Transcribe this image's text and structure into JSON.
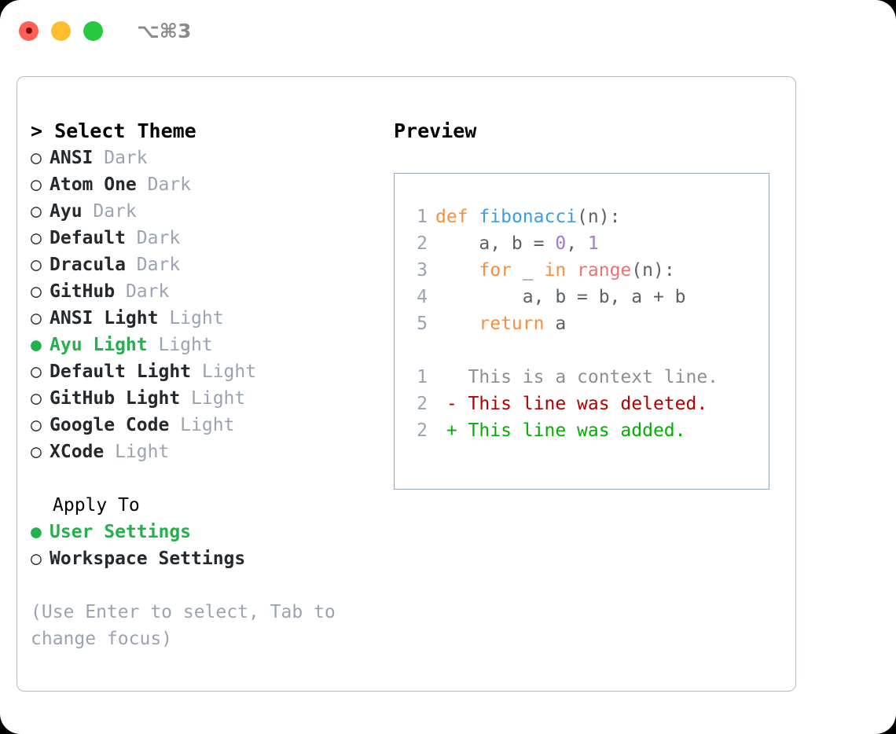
{
  "titlebar": {
    "shortcut": "⌥⌘3",
    "buttons": [
      {
        "name": "close",
        "color": "#ff5f57"
      },
      {
        "name": "minimize",
        "color": "#ffbd2e"
      },
      {
        "name": "maximize",
        "color": "#28c840"
      }
    ]
  },
  "left": {
    "heading": "> Select Theme",
    "themes": [
      {
        "bullet": "○",
        "name": "ANSI",
        "variant": "Dark",
        "selected": false
      },
      {
        "bullet": "○",
        "name": "Atom One",
        "variant": "Dark",
        "selected": false
      },
      {
        "bullet": "○",
        "name": "Ayu",
        "variant": "Dark",
        "selected": false
      },
      {
        "bullet": "○",
        "name": "Default",
        "variant": "Dark",
        "selected": false
      },
      {
        "bullet": "○",
        "name": "Dracula",
        "variant": "Dark",
        "selected": false
      },
      {
        "bullet": "○",
        "name": "GitHub",
        "variant": "Dark",
        "selected": false
      },
      {
        "bullet": "○",
        "name": "ANSI Light",
        "variant": "Light",
        "selected": false
      },
      {
        "bullet": "●",
        "name": "Ayu Light",
        "variant": "Light",
        "selected": true
      },
      {
        "bullet": "○",
        "name": "Default Light",
        "variant": "Light",
        "selected": false
      },
      {
        "bullet": "○",
        "name": "GitHub Light",
        "variant": "Light",
        "selected": false
      },
      {
        "bullet": "○",
        "name": "Google Code",
        "variant": "Light",
        "selected": false
      },
      {
        "bullet": "○",
        "name": "XCode",
        "variant": "Light",
        "selected": false
      }
    ],
    "apply_to_heading": "Apply To",
    "apply_to": [
      {
        "bullet": "●",
        "name": "User Settings",
        "selected": true
      },
      {
        "bullet": "○",
        "name": "Workspace Settings",
        "selected": false
      }
    ],
    "hint": "(Use Enter to select, Tab to change focus)"
  },
  "right": {
    "heading": "Preview",
    "code": [
      {
        "lineno": "1",
        "tokens": [
          {
            "t": "def",
            "c": "kw"
          },
          {
            "t": " ",
            "c": "punct"
          },
          {
            "t": "fibonacci",
            "c": "fn"
          },
          {
            "t": "(n):",
            "c": "punct"
          }
        ]
      },
      {
        "lineno": "2",
        "tokens": [
          {
            "t": "    a, b = ",
            "c": "punct"
          },
          {
            "t": "0",
            "c": "num"
          },
          {
            "t": ", ",
            "c": "punct"
          },
          {
            "t": "1",
            "c": "num"
          }
        ]
      },
      {
        "lineno": "3",
        "tokens": [
          {
            "t": "    ",
            "c": "punct"
          },
          {
            "t": "for",
            "c": "kw"
          },
          {
            "t": " _ ",
            "c": "punct"
          },
          {
            "t": "in",
            "c": "kw"
          },
          {
            "t": " ",
            "c": "punct"
          },
          {
            "t": "range",
            "c": "bi"
          },
          {
            "t": "(n):",
            "c": "punct"
          }
        ]
      },
      {
        "lineno": "4",
        "tokens": [
          {
            "t": "        a, b = b, a + b",
            "c": "punct"
          }
        ]
      },
      {
        "lineno": "5",
        "tokens": [
          {
            "t": "    ",
            "c": "punct"
          },
          {
            "t": "return",
            "c": "kw"
          },
          {
            "t": " a",
            "c": "punct"
          }
        ]
      }
    ],
    "diff": [
      {
        "lineno": "1",
        "marker": " ",
        "text": "This is a context line.",
        "kind": "diff-ctx"
      },
      {
        "lineno": "2",
        "marker": "-",
        "text": "This line was deleted.",
        "kind": "diff-del"
      },
      {
        "lineno": "2",
        "marker": "+",
        "text": "This line was added.",
        "kind": "diff-add"
      }
    ]
  },
  "colors": {
    "accent_green": "#22b14c",
    "keyword": "#fa8d3e",
    "function": "#399ee6",
    "builtin": "#f07171",
    "number": "#a37acc",
    "muted": "#9aa3b2",
    "diff_added": "#00b000",
    "diff_deleted": "#b00000",
    "border": "#b0bac6"
  }
}
